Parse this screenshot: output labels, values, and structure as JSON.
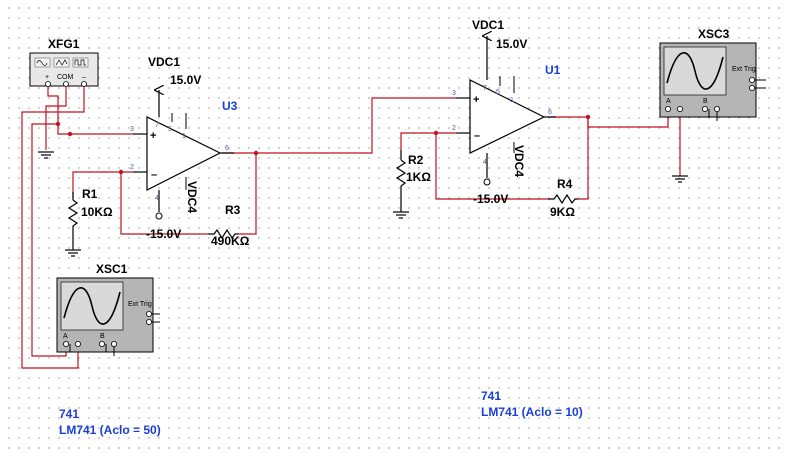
{
  "components": {
    "xfg1": {
      "name": "XFG1",
      "plus": "+",
      "com": "COM",
      "minus": "–"
    },
    "u3": {
      "name": "U3",
      "vcc_name": "VDC1",
      "vcc_value": "15.0V",
      "vee_name": "VDC4",
      "vee_value": "-15.0V",
      "pins": [
        "3",
        "2",
        "6",
        "7",
        "4",
        "5",
        "1"
      ]
    },
    "u1": {
      "name": "U1",
      "vcc_name": "VDC1",
      "vcc_value": "15.0V",
      "vee_name": "VDC4",
      "vee_value": "-15.0V",
      "pins": [
        "3",
        "2",
        "6",
        "7",
        "4",
        "5",
        "1"
      ]
    },
    "r1": {
      "name": "R1",
      "value": "10KΩ"
    },
    "r2": {
      "name": "R2",
      "value": "1KΩ"
    },
    "r3": {
      "name": "R3",
      "value": "490KΩ"
    },
    "r4": {
      "name": "R4",
      "value": "9KΩ"
    },
    "xsc1": {
      "name": "XSC1",
      "ext_trig": "Ext Trig",
      "a": "A",
      "b": "B"
    },
    "xsc3": {
      "name": "XSC3",
      "ext_trig": "Ext Trig",
      "a": "A",
      "b": "B"
    }
  },
  "notes": {
    "left": {
      "line1": "741",
      "line2": "LM741 (Aclo = 50)"
    },
    "right": {
      "line1": "741",
      "line2": "LM741 (Aclo = 10)"
    }
  },
  "colors": {
    "wire": "#c1121f",
    "component": "#000000",
    "label_blue": "#1a3fd6",
    "pin_label": "#4a5aa8",
    "scope_face": "#b5b5b5"
  }
}
